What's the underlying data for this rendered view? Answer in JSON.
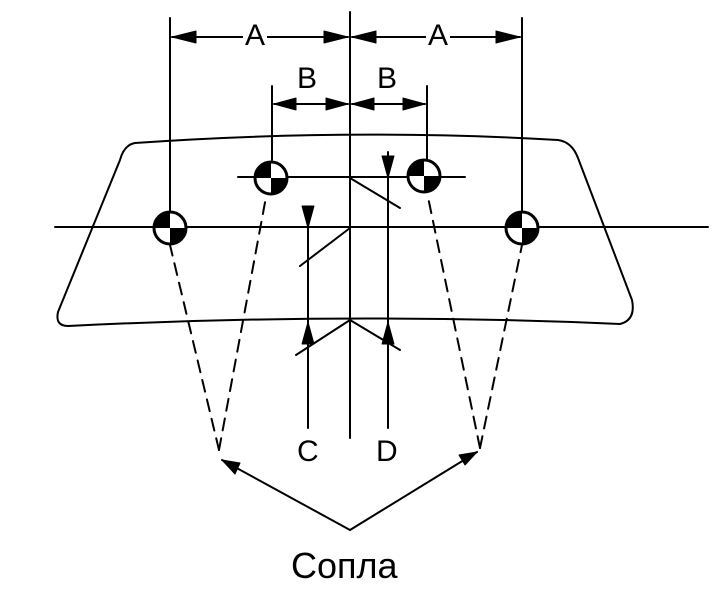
{
  "labels": {
    "a_left": "A",
    "a_right": "A",
    "b_left": "B",
    "b_right": "B",
    "c": "C",
    "d": "D",
    "nozzles": "Сопла"
  },
  "icons": {
    "spray_point": "half-filled-circle-target-icon"
  }
}
